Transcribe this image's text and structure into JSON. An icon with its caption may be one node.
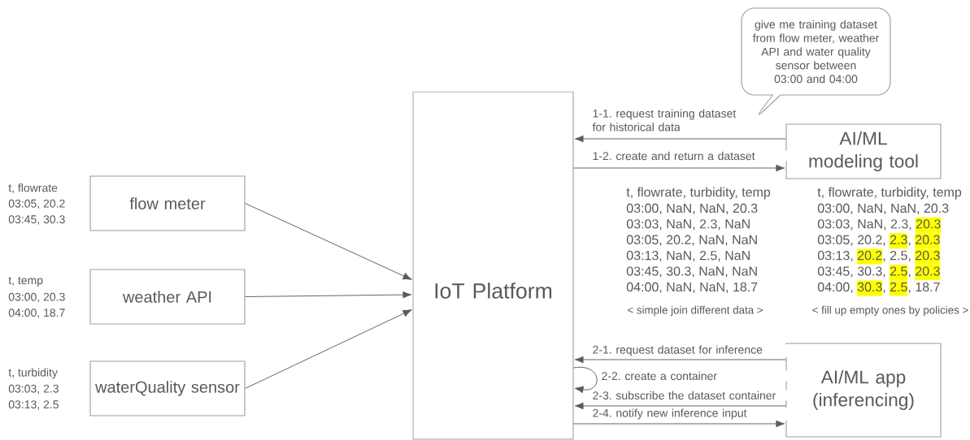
{
  "diagram": {
    "nodes": [
      {
        "text": [
          "flow meter"
        ],
        "beside": [
          "t, flowrate",
          "03:05, 20.2",
          "03:45, 30.3"
        ]
      },
      {
        "text": [
          "weather API"
        ],
        "beside": [
          "t, temp",
          "03:00, 20.3",
          "04:00, 18.7"
        ]
      },
      {
        "text": [
          "waterQuality sensor"
        ],
        "beside": [
          "t, turbidity",
          "03:03, 2.3",
          "03:13, 2.5"
        ]
      },
      {
        "text": [
          "IoT Platform"
        ]
      },
      {
        "text": [
          "AI/ML modeling tool"
        ]
      },
      {
        "text": [
          "AI/ML app (inferencing)"
        ]
      },
      {
        "text": [
          "give me training dataset from flow meter, weather API and water quality sensor between 03:00 and 04:00"
        ]
      }
    ],
    "edges": [
      {
        "from": 0,
        "to": 3,
        "arrow": "to"
      },
      {
        "from": 1,
        "to": 3,
        "arrow": "to"
      },
      {
        "from": 2,
        "to": 3,
        "arrow": "to"
      },
      {
        "from": 4,
        "to": 3,
        "arrow": "to",
        "label": "1-1. request training dataset for historical data"
      },
      {
        "from": 3,
        "to": 4,
        "arrow": "to",
        "label": "1-2. create and return a dataset"
      },
      {
        "from": 5,
        "to": 3,
        "arrow": "to",
        "label": "2-1. request dataset for inference"
      },
      {
        "from": 3,
        "to": 3,
        "arrow": "to",
        "label": "2-2. create a container"
      },
      {
        "from": 5,
        "to": 3,
        "arrow": "to",
        "label": "2-3. subscribe the dataset container"
      },
      {
        "from": 3,
        "to": 5,
        "arrow": "to",
        "label": "2-4. notify new inference input"
      }
    ],
    "labels": [
      "t, flowrate, turbidity, temp",
      "03:00, NaN, NaN, 20.3",
      "03:03, NaN, 2.3, NaN",
      "03:05, 20.2, NaN, NaN",
      "03:13, NaN, 2.5, NaN",
      "03:45, 30.3, NaN, NaN",
      "04:00, NaN, NaN, 18.7",
      "< simple join different data >",
      "t, flowrate, turbidity, temp",
      "03:00, NaN, NaN, 20.3",
      "03:03, NaN, 2.3, 20.3",
      "03:05, 20.2, 2.3, 20.3",
      "03:13, 20.2, 2.5, 20.3",
      "03:45, 30.3, 2.5, 20.3",
      "04:00, 30.3, 2.5, 18.7",
      "< fill up empty ones by policies >"
    ]
  }
}
